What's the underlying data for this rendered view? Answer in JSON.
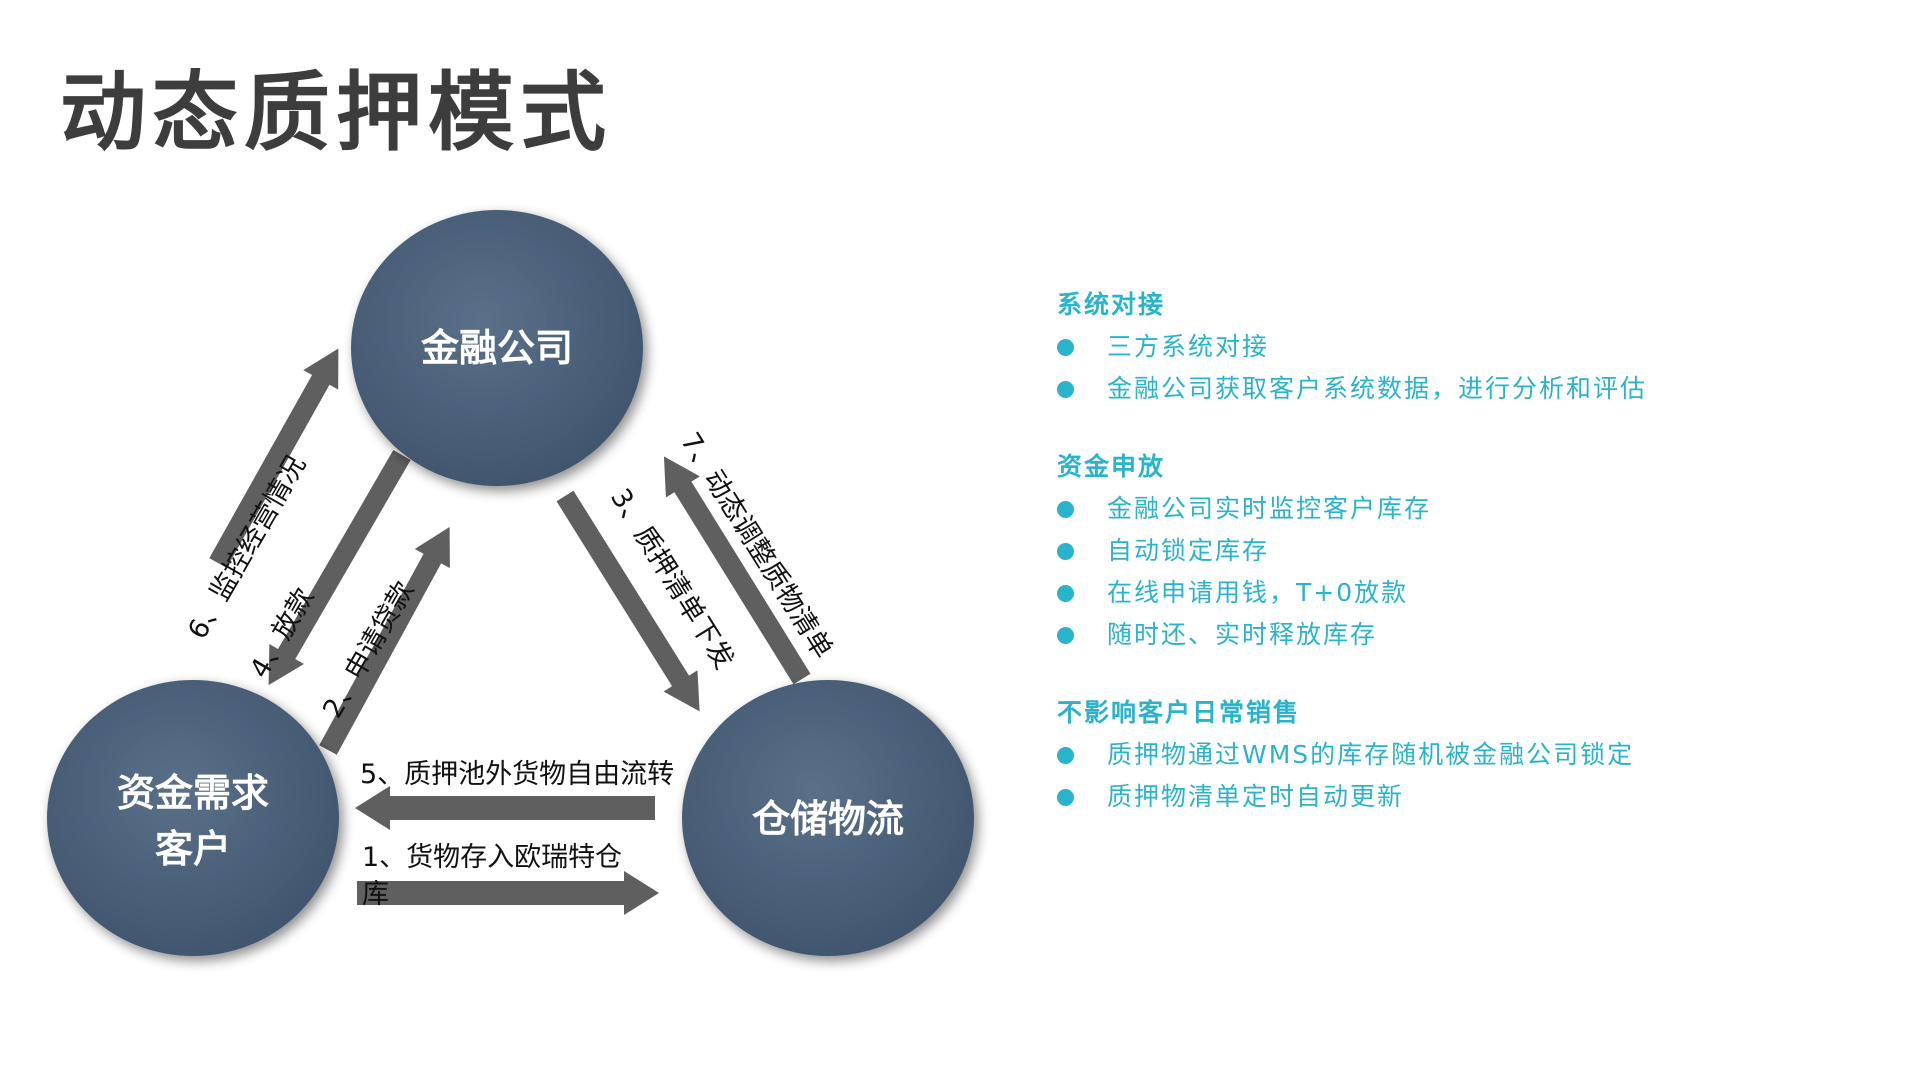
{
  "title": "动态质押模式",
  "diagram": {
    "nodes": {
      "finance": "金融公司",
      "customer_line1": "资金需求",
      "customer_line2": "客户",
      "warehouse": "仓储物流"
    },
    "edges": {
      "step1_line1": "1、货物存入欧瑞特仓",
      "step1_line2": "库",
      "step2": "2、申请贷款",
      "step3": "3、质押清单下发",
      "step4": "4、放款",
      "step5": "5、质押池外货物自由流转",
      "step6": "6、监控经营情况",
      "step7": "7、动态调整质物清单"
    },
    "colors": {
      "node_fill": "#4a5f78",
      "arrow_fill": "#5f5f5f",
      "accent": "#2ab3cc"
    }
  },
  "panel": {
    "sections": [
      {
        "title": "系统对接",
        "items": [
          "三方系统对接",
          "金融公司获取客户系统数据，进行分析和评估"
        ]
      },
      {
        "title": "资金申放",
        "items": [
          "金融公司实时监控客户库存",
          "自动锁定库存",
          "在线申请用钱，T+0放款",
          "随时还、实时释放库存"
        ]
      },
      {
        "title": "不影响客户日常销售",
        "items": [
          "质押物通过WMS的库存随机被金融公司锁定",
          "质押物清单定时自动更新"
        ]
      }
    ]
  }
}
